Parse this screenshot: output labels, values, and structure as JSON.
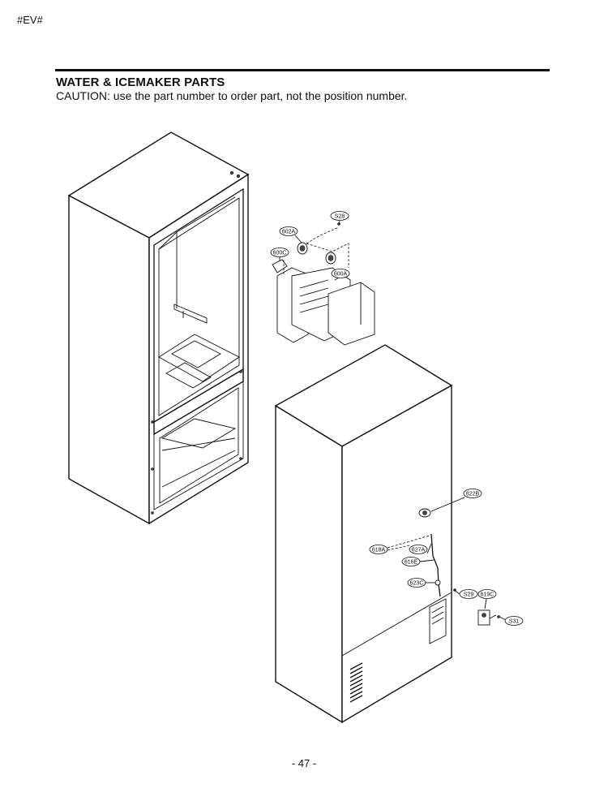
{
  "header": {
    "doc_code": "#EV#"
  },
  "section": {
    "title": "WATER & ICEMAKER PARTS",
    "caution": "CAUTION: use the part number to order part, not the position number."
  },
  "callouts": [
    "S28",
    "602A",
    "600C",
    "600A",
    "622B",
    "618A",
    "627A",
    "616E",
    "623C",
    "S29",
    "619C",
    "S31"
  ],
  "footer": {
    "page_number": "- 47 -"
  }
}
